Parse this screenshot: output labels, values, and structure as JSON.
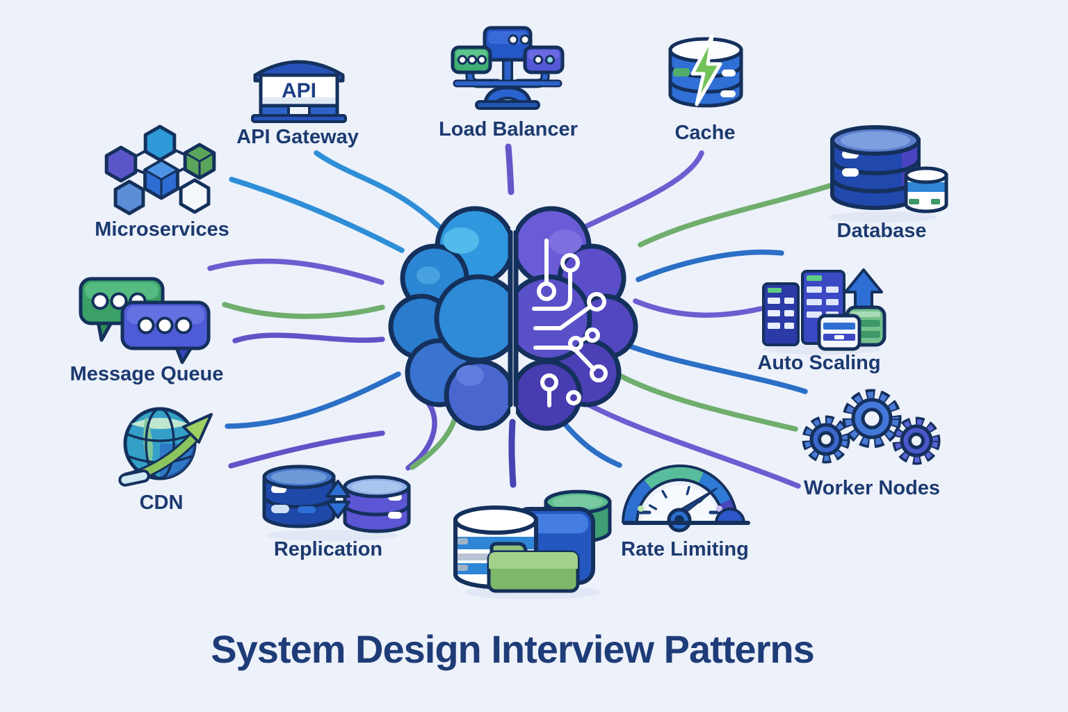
{
  "title": "System Design Interview Patterns",
  "center": {
    "id": "brain",
    "icon": "ai-brain-icon"
  },
  "nodes": [
    {
      "id": "api-gateway",
      "label": "API Gateway",
      "icon": "api-gateway-icon",
      "sign_text": "API"
    },
    {
      "id": "load-balancer",
      "label": "Load Balancer",
      "icon": "load-balancer-icon"
    },
    {
      "id": "cache",
      "label": "Cache",
      "icon": "cache-icon"
    },
    {
      "id": "microservices",
      "label": "Microservices",
      "icon": "microservices-icon"
    },
    {
      "id": "database",
      "label": "Database",
      "icon": "database-icon"
    },
    {
      "id": "message-queue",
      "label": "Message Queue",
      "icon": "message-queue-icon"
    },
    {
      "id": "auto-scaling",
      "label": "Auto Scaling",
      "icon": "auto-scaling-icon"
    },
    {
      "id": "cdn",
      "label": "CDN",
      "icon": "cdn-icon"
    },
    {
      "id": "worker-nodes",
      "label": "Worker Nodes",
      "icon": "worker-nodes-icon"
    },
    {
      "id": "replication",
      "label": "Replication",
      "icon": "replication-icon"
    },
    {
      "id": "rate-limiting",
      "label": "Rate Limiting",
      "icon": "rate-limiting-icon"
    },
    {
      "id": "storage-cluster",
      "label": null,
      "icon": "storage-cluster-icon"
    }
  ],
  "connections": [
    {
      "to": "api-gateway",
      "color": "#2e8ed8"
    },
    {
      "to": "load-balancer",
      "color": "#6656c8"
    },
    {
      "to": "cache",
      "color": "#6a5ed0"
    },
    {
      "to": "microservices",
      "color": "#2e8ed8"
    },
    {
      "to": "database",
      "color": "#6fae6d"
    },
    {
      "to": "message-queue",
      "color": "#6a5ed0"
    },
    {
      "to": "auto-scaling",
      "color": "#2b6fc6"
    },
    {
      "to": "cdn",
      "color": "#2b6fc6"
    },
    {
      "to": "worker-nodes",
      "color": "#6a5ed0"
    },
    {
      "to": "replication",
      "color": "#6fae6d"
    },
    {
      "to": "rate-limiting",
      "color": "#2b6fc6"
    },
    {
      "to": "storage-cluster",
      "color": "#4644b2"
    }
  ],
  "colors": {
    "background": "#edf1fa",
    "label_text": "#1c3a70",
    "title_text": "#1e3c78",
    "outline_navy": "#14305c",
    "line_blue": "#2e8ed8",
    "line_purple": "#6a5ed0",
    "line_green": "#6fae6d",
    "line_indigo": "#4644b2",
    "brain_left_blue": "#2f8ad8",
    "brain_right_purple": "#5a50c8"
  }
}
